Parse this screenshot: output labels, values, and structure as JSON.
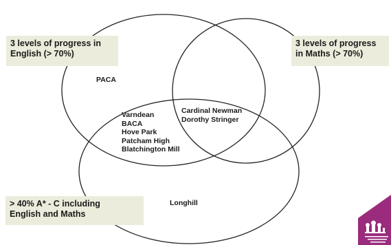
{
  "labels": {
    "english": "3 levels of progress in\nEnglish (> 70%)",
    "maths": "3 levels of progress\nin Maths (> 70%)",
    "gcse": "> 40% A* - C including\nEnglish and Maths"
  },
  "regions": {
    "english_only": "PACA",
    "gcse_only": "Longhill",
    "english_and_gcse": [
      "Varndean",
      "BACA",
      "Hove Park",
      "Patcham High",
      "Blatchington Mill"
    ],
    "all_three": [
      "Cardinal Newman",
      "Dorothy Stringer"
    ]
  },
  "colors": {
    "label_box_bg": "#ececdc",
    "circle_stroke": "#222222",
    "logo_purple": "#9b2b7d"
  },
  "logo": {
    "icon": "building-logo"
  }
}
